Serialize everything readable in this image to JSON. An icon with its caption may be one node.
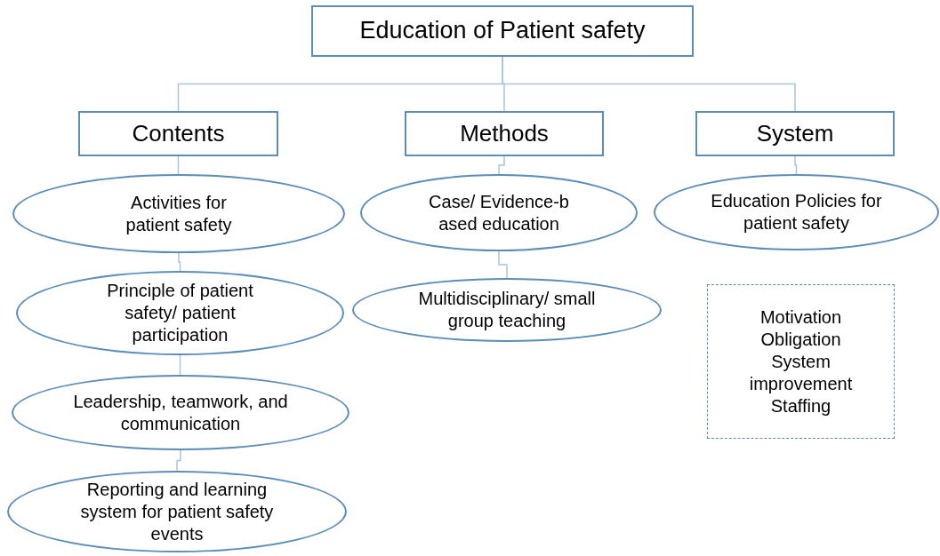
{
  "diagram": {
    "nodes": [
      {
        "text": [
          "Education of Patient safety"
        ]
      },
      {
        "text": [
          "Contents"
        ]
      },
      {
        "text": [
          "Methods"
        ]
      },
      {
        "text": [
          "System"
        ]
      },
      {
        "text": [
          "Activities for patient safety"
        ]
      },
      {
        "text": [
          "Principle of patient safety/ patient participation"
        ]
      },
      {
        "text": [
          "Leadership, teamwork, and communication"
        ]
      },
      {
        "text": [
          "Reporting and learning system for patient safety events"
        ]
      },
      {
        "text": [
          "Case/ Evidence-b ased education"
        ]
      },
      {
        "text": [
          "Multidisciplinary/ small group teaching"
        ]
      },
      {
        "text": [
          "Education Policies for patient safety"
        ]
      },
      {
        "text": [
          "Motivation",
          "Obligation",
          "System improvement",
          "Staffing"
        ]
      }
    ],
    "edges": [
      {
        "from": 0,
        "to": 1,
        "arrow": "none"
      },
      {
        "from": 0,
        "to": 2,
        "arrow": "none"
      },
      {
        "from": 0,
        "to": 3,
        "arrow": "none"
      },
      {
        "from": 1,
        "to": 4,
        "arrow": "none"
      },
      {
        "from": 4,
        "to": 5,
        "arrow": "none"
      },
      {
        "from": 5,
        "to": 6,
        "arrow": "none"
      },
      {
        "from": 6,
        "to": 7,
        "arrow": "none"
      },
      {
        "from": 2,
        "to": 8,
        "arrow": "none"
      },
      {
        "from": 8,
        "to": 9,
        "arrow": "none"
      },
      {
        "from": 3,
        "to": 10,
        "arrow": "none"
      }
    ]
  }
}
